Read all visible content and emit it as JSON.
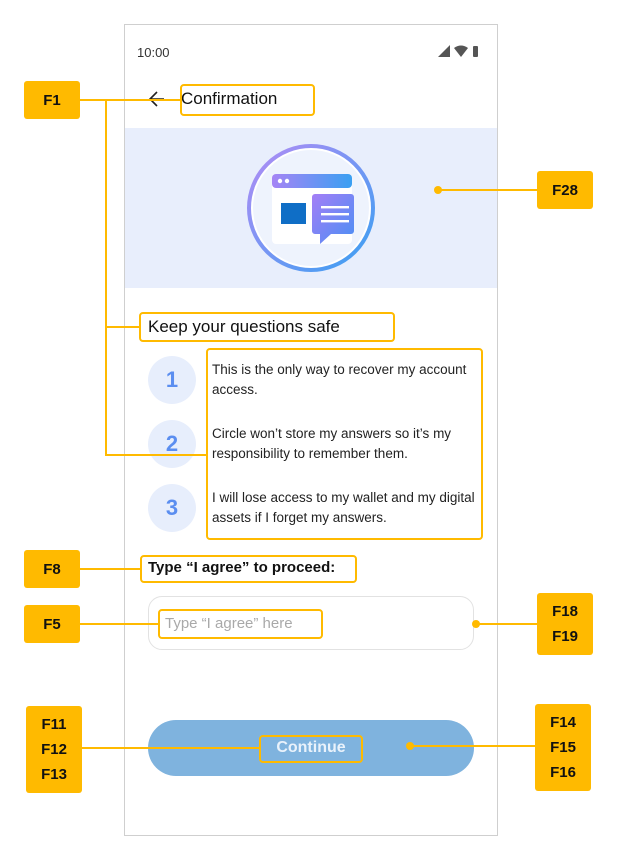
{
  "status": {
    "time": "10:00"
  },
  "header": {
    "title": "Confirmation",
    "back_icon": "arrow-left-icon"
  },
  "hero": {
    "illustration": "browser-chat-icon",
    "background": "#e8eefc"
  },
  "section": {
    "title": "Keep your questions safe",
    "items": [
      {
        "number": "1",
        "text": "This is the only way to recover my account access."
      },
      {
        "number": "2",
        "text": "Circle won’t store my answers so it’s my responsibility to remember them."
      },
      {
        "number": "3",
        "text": "I will lose access to my wallet and my digital assets if I forget my answers."
      }
    ]
  },
  "form": {
    "label": "Type “I agree” to proceed:",
    "input_placeholder": "Type “I agree” here",
    "input_value": "",
    "button_label": "Continue"
  },
  "annotations": {
    "f1": "F1",
    "f8": "F8",
    "f5": "F5",
    "f28": "F28",
    "f18_19": [
      "F18",
      "F19"
    ],
    "f11_13": [
      "F11",
      "F12",
      "F13"
    ],
    "f14_16": [
      "F14",
      "F15",
      "F16"
    ],
    "color": "#ffba00"
  },
  "colors": {
    "accent": "#5b8ef0",
    "button_disabled": "#7fb3de",
    "annotation": "#ffba00"
  }
}
